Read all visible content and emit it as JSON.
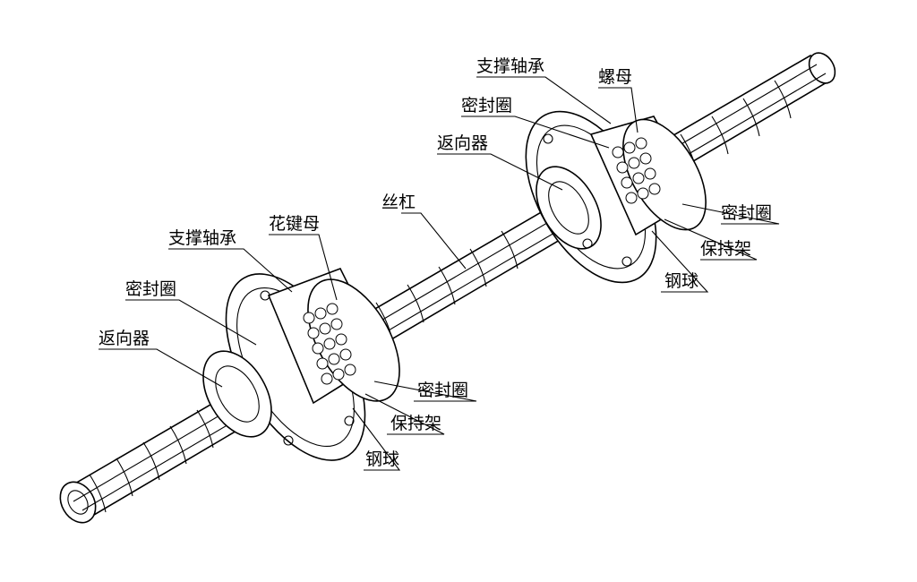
{
  "labels": {
    "support_bearing_top": "支撑轴承",
    "nut_top": "螺母",
    "seal_top": "密封圈",
    "return_top": "返向器",
    "screw": "丝杠",
    "seal_right_top": "密封圈",
    "retainer_top": "保持架",
    "ball_top": "钢球",
    "support_bearing_left": "支撑轴承",
    "spline_nut": "花键母",
    "seal_left": "密封圈",
    "return_left": "返向器",
    "seal_right_bottom": "密封圈",
    "retainer_bottom": "保持架",
    "ball_bottom": "钢球"
  }
}
